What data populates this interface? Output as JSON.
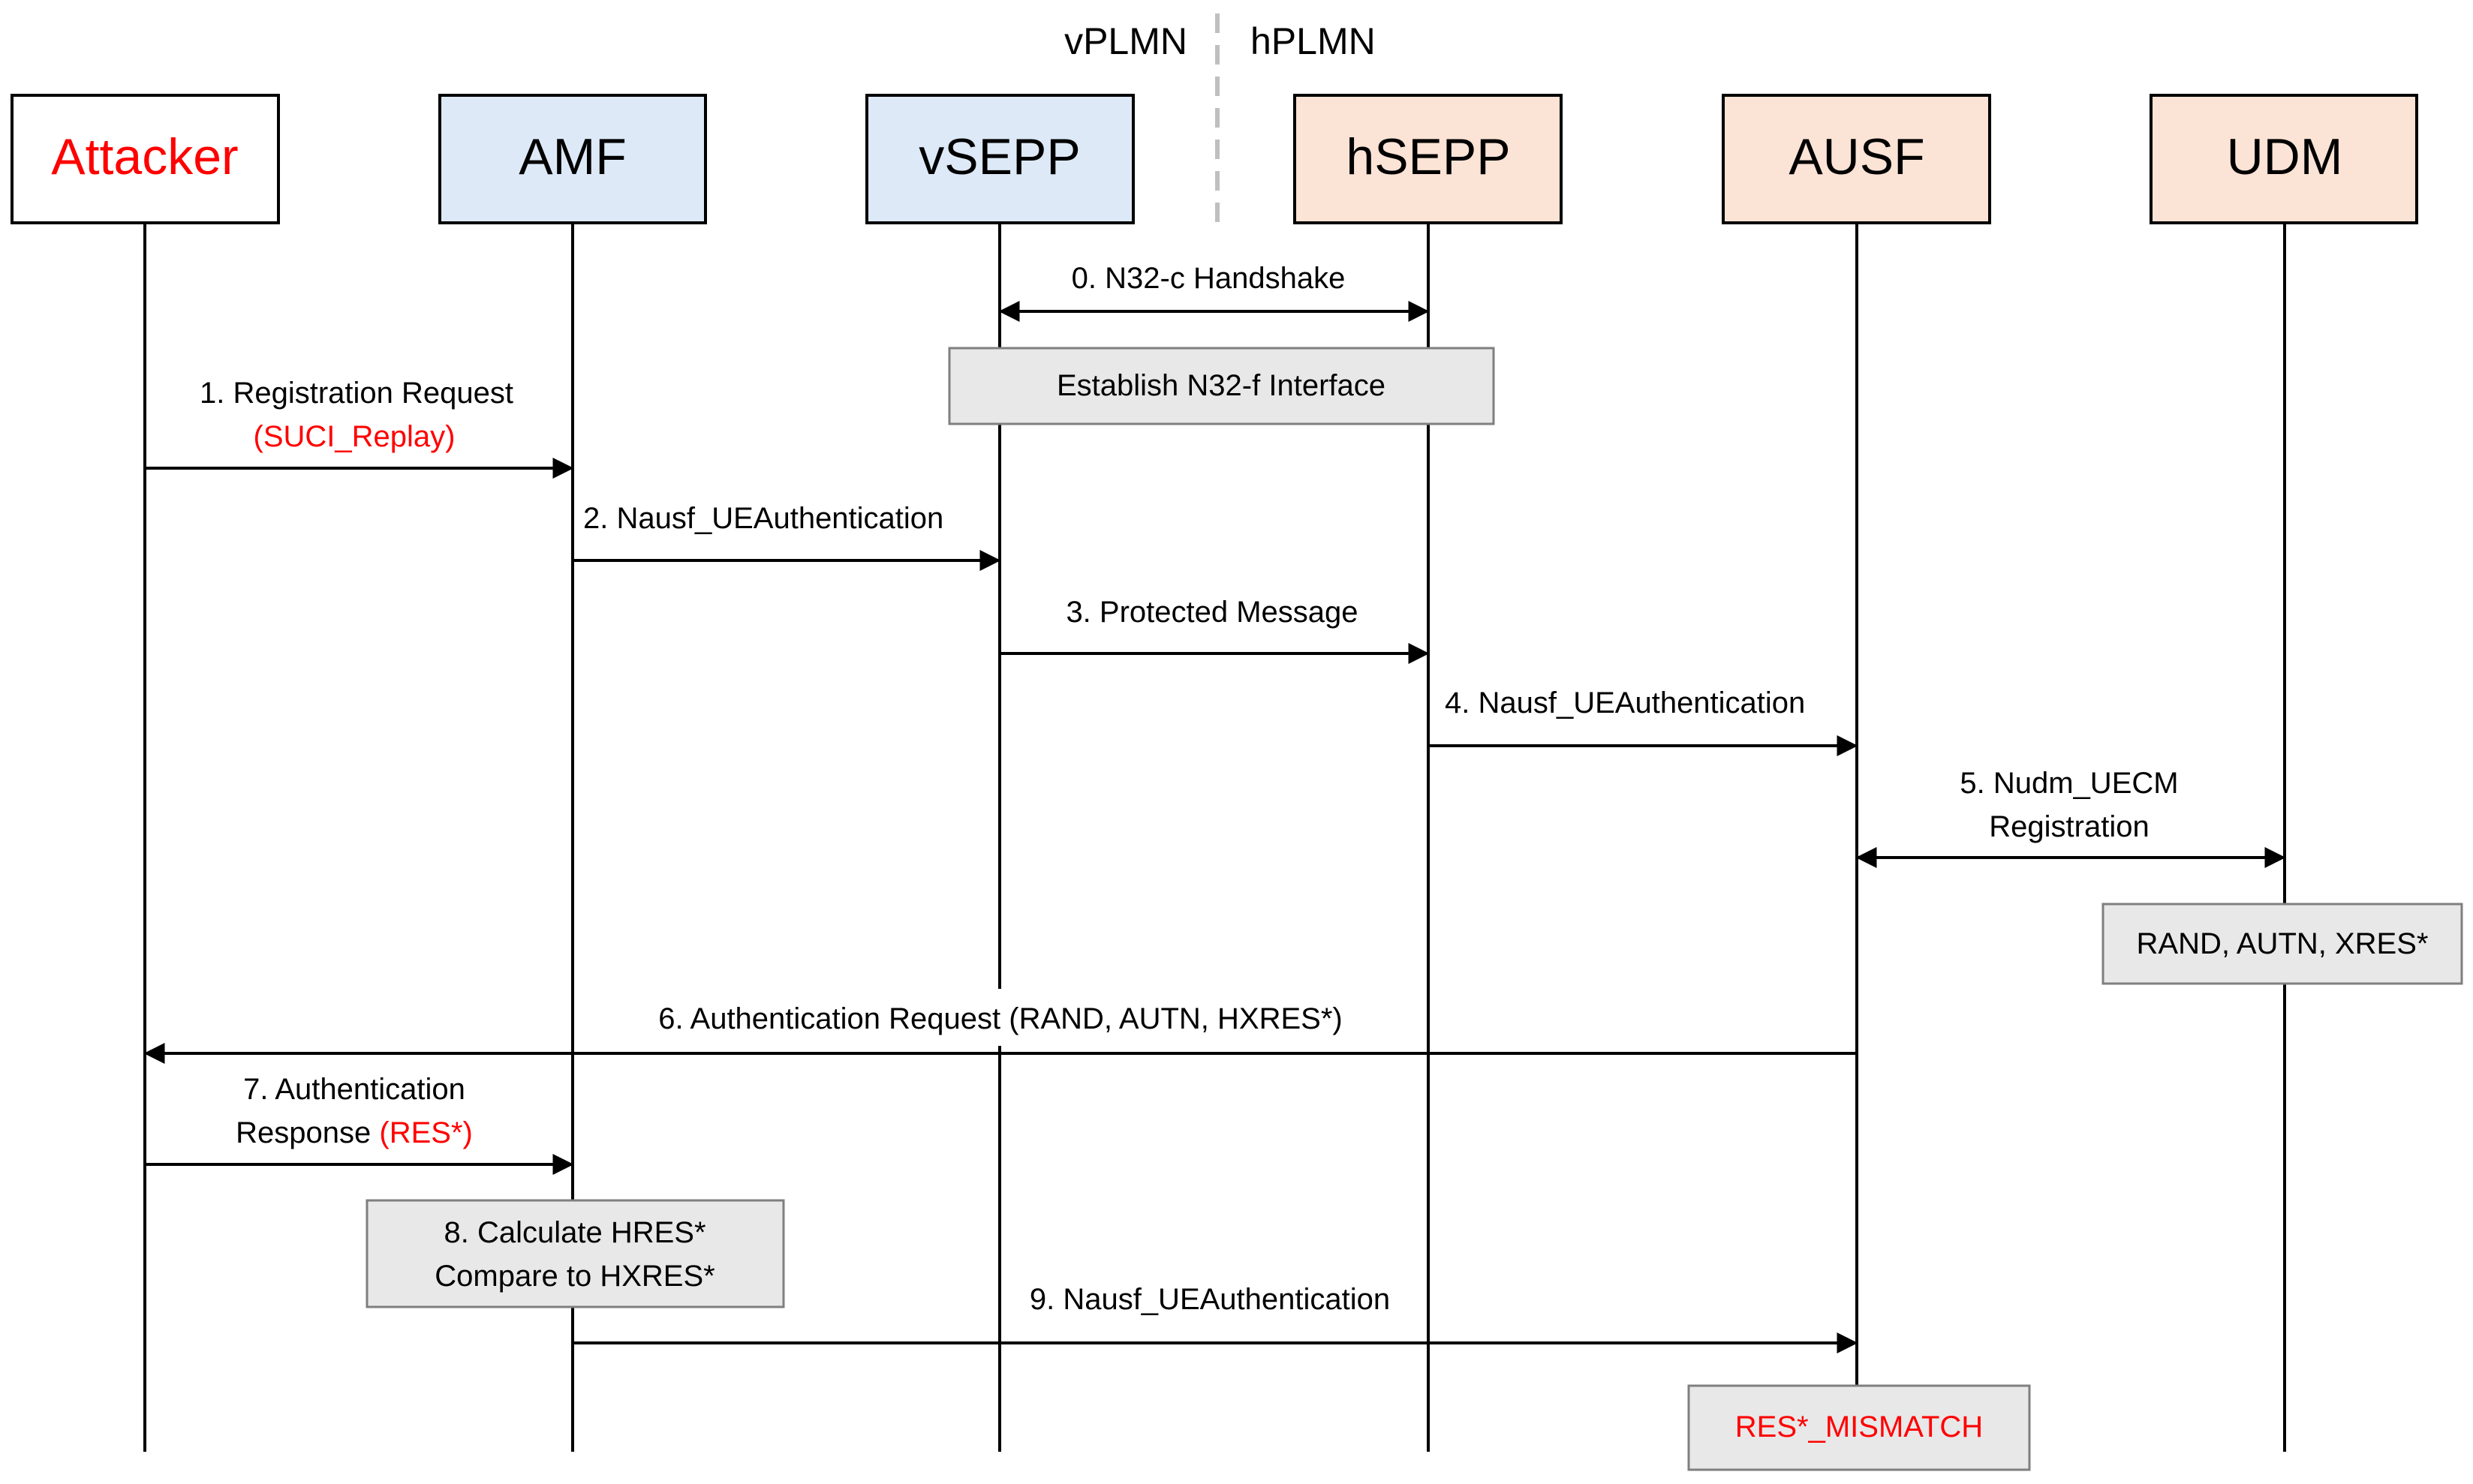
{
  "regions": {
    "left": "vPLMN",
    "right": "hPLMN"
  },
  "entities": [
    {
      "id": "attacker",
      "label": "Attacker",
      "fill": "#ffffff",
      "text_color": "#ff0000"
    },
    {
      "id": "amf",
      "label": "AMF",
      "fill": "#dde9f7",
      "text_color": "#000000"
    },
    {
      "id": "vsepp",
      "label": "vSEPP",
      "fill": "#dde9f7",
      "text_color": "#000000"
    },
    {
      "id": "hsepp",
      "label": "hSEPP",
      "fill": "#fbe3d6",
      "text_color": "#000000"
    },
    {
      "id": "ausf",
      "label": "AUSF",
      "fill": "#fbe3d6",
      "text_color": "#000000"
    },
    {
      "id": "udm",
      "label": "UDM",
      "fill": "#fbe3d6",
      "text_color": "#000000"
    }
  ],
  "messages": [
    {
      "id": "m0",
      "lines": [
        [
          "0. N32-c Handshake"
        ]
      ]
    },
    {
      "id": "m1",
      "lines": [
        [
          "1. Registration Request"
        ],
        [
          "(SUCI_Replay)"
        ]
      ]
    },
    {
      "id": "m2",
      "lines": [
        [
          "2. Nausf_UEAuthentication"
        ]
      ]
    },
    {
      "id": "m3",
      "lines": [
        [
          "3. Protected Message"
        ]
      ]
    },
    {
      "id": "m4",
      "lines": [
        [
          "4. Nausf_UEAuthentication"
        ]
      ]
    },
    {
      "id": "m5",
      "lines": [
        [
          "5. Nudm_UECM"
        ],
        [
          "Registration"
        ]
      ]
    },
    {
      "id": "m6",
      "lines": [
        [
          "6. Authentication Request (RAND, AUTN, HXRES*)"
        ]
      ]
    },
    {
      "id": "m7",
      "lines": [
        [
          "7. Authentication"
        ],
        [
          "Response ",
          "(RES*)"
        ]
      ]
    },
    {
      "id": "m9",
      "lines": [
        [
          "9. Nausf_UEAuthentication"
        ]
      ]
    }
  ],
  "notes": [
    {
      "id": "n1",
      "lines": [
        "Establish N32-f Interface"
      ]
    },
    {
      "id": "n2",
      "lines": [
        "RAND, AUTN, XRES*"
      ]
    },
    {
      "id": "n3",
      "lines": [
        "8. Calculate HRES*",
        "Compare to HXRES*"
      ]
    },
    {
      "id": "n4",
      "lines": [
        "RES*_MISMATCH"
      ]
    }
  ],
  "colors": {
    "highlight": "#ff0000",
    "note_fill": "#e8e8e8",
    "line": "#000000",
    "divider": "#bfbfbf"
  }
}
